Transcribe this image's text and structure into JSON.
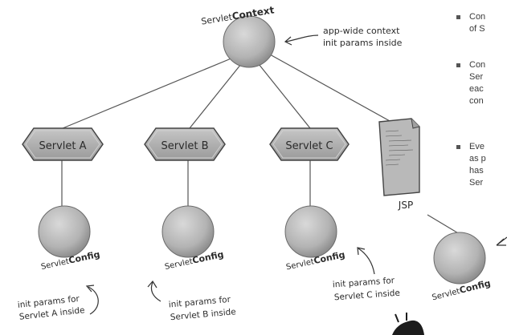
{
  "diagram": {
    "context": {
      "label_prefix": "Servlet",
      "label_suffix": "Context",
      "annotation_line1": "app-wide context",
      "annotation_line2": "init params inside"
    },
    "servlets": [
      {
        "name": "Servlet A",
        "config_prefix": "Servlet",
        "config_suffix": "Config",
        "note_line1": "init params for",
        "note_line2": "Servlet A inside"
      },
      {
        "name": "Servlet B",
        "config_prefix": "Servlet",
        "config_suffix": "Config",
        "note_line1": "init params for",
        "note_line2": "Servlet B inside"
      },
      {
        "name": "Servlet C",
        "config_prefix": "Servlet",
        "config_suffix": "Config",
        "note_line1": "init params for",
        "note_line2": "Servlet C inside"
      }
    ],
    "jsp": {
      "label": "JSP",
      "config_prefix": "Servlet",
      "config_suffix": "Config"
    }
  },
  "sidebar": {
    "bullets": [
      {
        "line1": "Con",
        "line2": "of S"
      },
      {
        "line1": "Con",
        "line2": "Ser",
        "line3": "eac",
        "line4": "con"
      },
      {
        "line1": "Eve",
        "line2": "as p",
        "line3": "has",
        "line4": "Ser"
      }
    ]
  },
  "colors": {
    "node_fill": "#b8b8b8",
    "node_stroke": "#6a6a6a",
    "line": "#555555",
    "hex_fill": "#a9a9a9",
    "text": "#2b2b2b"
  }
}
